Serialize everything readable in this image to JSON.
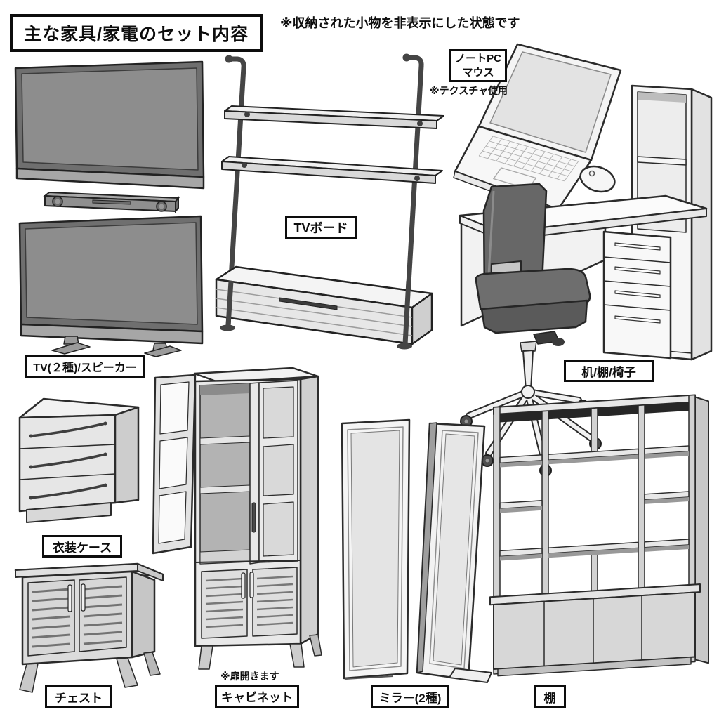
{
  "header": {
    "title": "主な家具/家電のセット内容",
    "note": "※収納された小物を非表示にした状態です"
  },
  "labels": {
    "tv": "TV(２種)/スピーカー",
    "tv_board": "TVボード",
    "laptop_line1": "ノートPC",
    "laptop_line2": "マウス",
    "laptop_note": "※テクスチャ使用",
    "desk": "机/棚/椅子",
    "clothing_case": "衣装ケース",
    "chest": "チェスト",
    "cabinet": "キャビネット",
    "cabinet_note": "※扉開きます",
    "mirror": "ミラー(2種)",
    "shelf": "棚"
  },
  "palette": {
    "background": "#ffffff",
    "outline": "#2b2b2b",
    "label_border": "#0d0d0d",
    "tv_screen": "#8d8d8d",
    "dark_metal": "#454545",
    "chair_gray": "#676767",
    "furniture_light": "#f2f2f2",
    "furniture_mid": "#d7d7d7",
    "furniture_shade": "#c9c9c9"
  }
}
